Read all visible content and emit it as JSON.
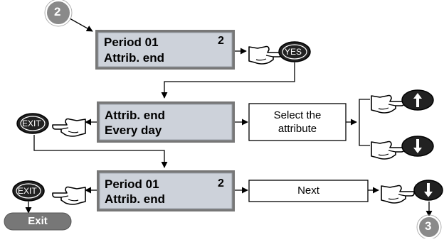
{
  "step_markers": {
    "start": "2",
    "end": "3"
  },
  "screens": {
    "top": {
      "line1": "Period 01",
      "line2": "Attrib. end",
      "number": "2"
    },
    "middle": {
      "line1": "Attrib. end",
      "line2": "Every day"
    },
    "bottom": {
      "line1": "Period 01",
      "line2": "Attrib. end",
      "number": "2"
    }
  },
  "boxes": {
    "select": "Select the\nattribute",
    "next": "Next"
  },
  "keys": {
    "yes": "YES",
    "exit_middle": "EXIT",
    "exit_bottom": "EXIT"
  },
  "exit_button": "Exit",
  "colors": {
    "screen_fill": "#cdd2da",
    "screen_border": "#777777",
    "key_fill": "#222222",
    "marker_fill": "#8a8a8a"
  }
}
